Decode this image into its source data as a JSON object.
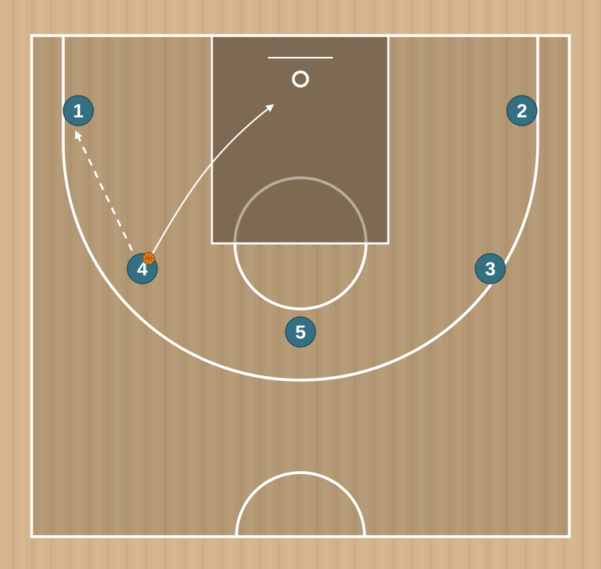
{
  "court": {
    "background_color": "#d4b48c",
    "floor_color": "#b49874",
    "paint_color": "#7e6a52",
    "line_color": "#ffffff"
  },
  "players": [
    {
      "id": "1",
      "label": "1",
      "color": "#346f82"
    },
    {
      "id": "2",
      "label": "2",
      "color": "#346f82"
    },
    {
      "id": "3",
      "label": "3",
      "color": "#346f82"
    },
    {
      "id": "4",
      "label": "4",
      "color": "#346f82",
      "has_ball": true
    },
    {
      "id": "5",
      "label": "5",
      "color": "#346f82"
    }
  ],
  "actions": [
    {
      "type": "pass",
      "from": "4",
      "to": "1",
      "style": "dashed"
    },
    {
      "type": "cut",
      "player": "4",
      "toward": "basket",
      "style": "solid"
    }
  ],
  "ball": {
    "holder": "4",
    "color": "#e8871c"
  }
}
